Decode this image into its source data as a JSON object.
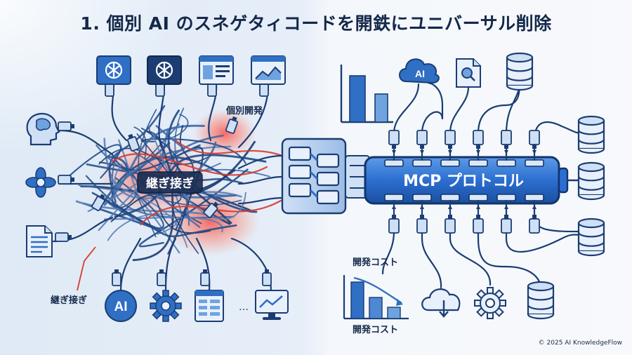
{
  "title": "1. 個別 AI のスネゲタィコードを開鉄にユニバーサル削除",
  "labels": {
    "individual_dev": "個別開発",
    "patchwork_center": "継ぎ接ぎ",
    "patchwork_pointer": "継ぎ接ぎ",
    "mcp_protocol": "MCP プロトコル",
    "dev_cost_top": "開発コスト",
    "dev_cost_bottom": "開発コスト",
    "ai_bottom": "AI",
    "ai_cloud": "AI",
    "ellipsis": "…"
  },
  "icons": {
    "left_top": [
      "openai-logo-icon",
      "openai-logo-icon",
      "web-window-icon",
      "line-chart-window-icon"
    ],
    "left_side": [
      "brain-head-icon",
      "gear-flower-icon",
      "document-icon"
    ],
    "left_bottom": [
      "ai-circle-icon",
      "gear-icon",
      "spreadsheet-icon",
      "monitor-chart-icon"
    ],
    "right_top": [
      "ai-cloud-icon",
      "file-search-icon",
      "database-icon"
    ],
    "right_side": [
      "database-icon",
      "database-icon",
      "database-icon"
    ],
    "right_bottom": [
      "cloud-download-icon",
      "gear-icon",
      "database-icon"
    ]
  },
  "colors": {
    "navy": "#1b3d73",
    "blue": "#2d6fc7",
    "light_blue": "#6fa3e0",
    "red_glow": "#ff3b2f",
    "title": "#14284a"
  },
  "copyright": "© 2025 AI KnowledgeFlow"
}
